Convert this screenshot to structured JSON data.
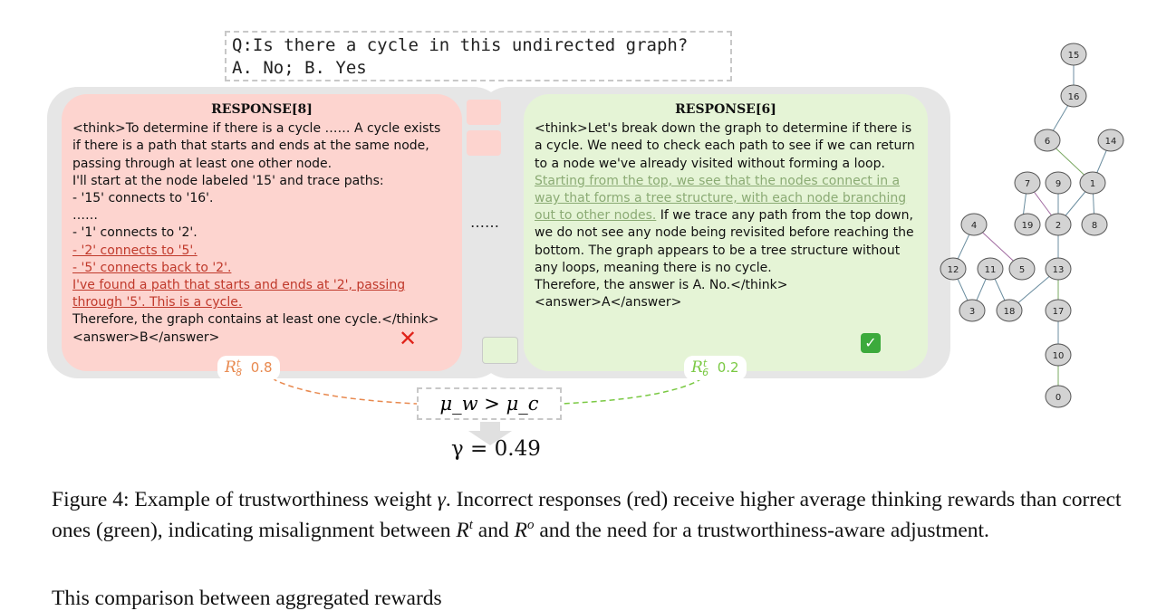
{
  "question": {
    "line1": "Q:Is there a cycle in this undirected graph?",
    "line2": "A. No; B. Yes"
  },
  "left_response": {
    "title": "RESPONSE[8]",
    "lines": [
      "<think>To determine if there is a cycle …… A cycle exists if there is a path that starts and ends at the same node, passing through at least one other node.",
      "I'll start at the node labeled '15' and trace paths:",
      "- '15' connects to '16'.",
      "……",
      "- '1' connects to '2'."
    ],
    "highlight": [
      "- '2' connects to '5'.",
      "- '5' connects back to '2'.",
      "I've found a path that starts and ends at '2', passing through '5'. This is a cycle."
    ],
    "tail": [
      "Therefore, the graph contains at least one cycle.</think>",
      "<answer>B</answer>"
    ],
    "mark": "✕"
  },
  "right_response": {
    "title": "RESPONSE[6]",
    "text_before": "<think>Let's break down the graph to determine if there is a cycle. We need to check each path to see if we can return to a node we've already visited without forming a loop. ",
    "highlight": "Starting from the top, we see that the nodes connect in a way that forms a tree structure, with each node branching out to other nodes.",
    "text_after": " If we trace any path from the top down, we do not see any node being revisited before reaching the bottom. The graph appears to be a tree structure without any loops, meaning there is no cycle.",
    "tail": [
      "Therefore, the answer is A. No.</think>",
      "<answer>A</answer>"
    ],
    "mark": "✓"
  },
  "ellipsis": "……",
  "rewards": {
    "left": {
      "symbol": "R",
      "sup": "t",
      "sub": "8",
      "value": "0.8"
    },
    "right": {
      "symbol": "R",
      "sup": "t",
      "sub": "6",
      "value": "0.2"
    }
  },
  "comparison": "μ_w > μ_c",
  "gamma": "γ = 0.49",
  "graph": {
    "nodes": [
      "15",
      "16",
      "6",
      "14",
      "7",
      "9",
      "1",
      "19",
      "2",
      "8",
      "4",
      "12",
      "11",
      "5",
      "13",
      "3",
      "18",
      "17",
      "10",
      "0"
    ]
  },
  "caption": "Figure 4: Example of trustworthiness weight γ. Incorrect responses (red) receive higher average thinking rewards than correct ones (green), indicating misalignment between Rt and Ro and the need for a trustworthiness-aware adjustment.",
  "caption_parts": {
    "label": "Figure 4:",
    "text1": " Example of trustworthiness weight ",
    "gamma": "γ",
    "text2": ". Incorrect responses (red) receive higher average thinking rewards than correct ones (green), indicating misalignment between ",
    "r1": "R",
    "r1sup": "t",
    "and": " and ",
    "r2": "R",
    "r2sup": "o",
    "text3": " and the need for a trustworthiness-aware adjustment."
  },
  "next_paragraph": "This comparison between aggregated rewards"
}
